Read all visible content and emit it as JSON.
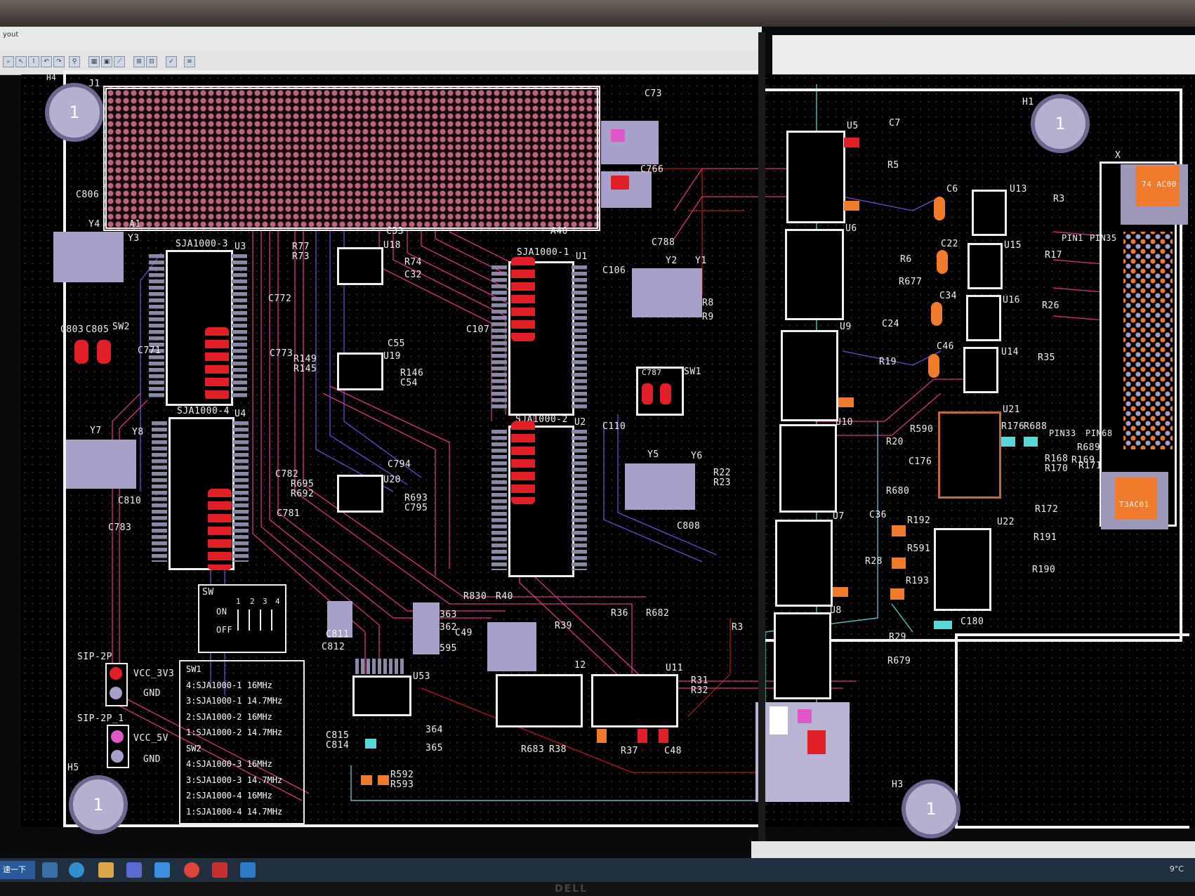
{
  "window": {
    "title": "yout"
  },
  "toolbar": {
    "icons": [
      "zoom-icon",
      "select-icon",
      "route-icon",
      "undo-icon",
      "redo-icon",
      "search-icon",
      "layer-icon",
      "layer2-icon",
      "measure-icon",
      "place-icon",
      "grid-icon",
      "drc-icon",
      "rule-icon"
    ]
  },
  "connector": {
    "ref": "J1",
    "pin_a1": "A1",
    "pin_a40": "A40"
  },
  "mount_holes": [
    {
      "label": "1",
      "ref": "H4"
    },
    {
      "label": "1",
      "ref": "H1"
    },
    {
      "label": "1",
      "ref": "H5"
    },
    {
      "label": "1",
      "ref": "H3"
    }
  ],
  "components": {
    "sja_u3": "SJA1000-3",
    "u3": "U3",
    "sja_u4": "SJA1000-4",
    "u4": "U4",
    "sja_u1": "SJA1000-1",
    "u1": "U1",
    "sja_u2": "SJA1000-2",
    "u2": "U2",
    "c806": "C806",
    "y4": "Y4",
    "y3": "Y3",
    "sw2": "SW2",
    "c803": "C803",
    "c805": "C805",
    "c771": "C771",
    "c772": "C772",
    "c773": "C773",
    "y7": "Y7",
    "y8": "Y8",
    "c810": "C810",
    "c783": "C783",
    "c781": "C781",
    "c782": "C782",
    "r77": "R77",
    "r73": "R73",
    "c33": "C33",
    "u18": "U18",
    "r74": "R74",
    "c32": "C32",
    "c55": "C55",
    "u19": "U19",
    "r146": "R146",
    "c54": "C54",
    "r149": "R149",
    "r145": "R145",
    "c794": "C794",
    "u20": "U20",
    "r693": "R693",
    "c795": "C795",
    "r695": "R695",
    "r692": "R692",
    "c73": "C73",
    "c766": "C766",
    "c788": "C788",
    "c106": "C106",
    "y2": "Y2",
    "y1": "Y1",
    "r8": "R8",
    "r9": "R9",
    "c107": "C107",
    "sw1": "SW1",
    "c787": "C787",
    "c110": "C110",
    "y5": "Y5",
    "y6": "Y6",
    "c808": "C808",
    "r22": "R22",
    "r23": "R23",
    "u5": "U5",
    "c7": "C7",
    "r5": "R5",
    "u6": "U6",
    "r6": "R6",
    "r677": "R677",
    "u9": "U9",
    "c24": "C24",
    "r19": "R19",
    "u10": "U10",
    "u7": "U7",
    "c36": "C36",
    "r28": "R28",
    "u8": "U8",
    "r29": "R29",
    "r679": "R679",
    "c6": "C6",
    "u13": "U13",
    "r3": "R3",
    "c22": "C22",
    "u15": "U15",
    "r17": "R17",
    "c34": "C34",
    "u16": "U16",
    "r26": "R26",
    "c46": "C46",
    "u14": "U14",
    "r35": "R35",
    "u21": "U21",
    "r590": "R590",
    "r176": "R176",
    "r688": "R688",
    "r20": "R20",
    "c176": "C176",
    "r680": "R680",
    "r168": "R168",
    "r170": "R170",
    "r169": "R169",
    "r689": "R689",
    "r171": "R171",
    "r172": "R172",
    "u22": "U22",
    "r192": "R192",
    "r591": "R591",
    "r191": "R191",
    "r190": "R190",
    "r193": "R193",
    "c180": "C180",
    "pin1": "PIN1",
    "pin35": "PIN35",
    "pin33": "PIN33",
    "pin68": "PIN68",
    "u53": "U53",
    "c811": "C811",
    "c812": "C812",
    "r830": "R830",
    "r40": "R40",
    "r39": "R39",
    "c49": "C49",
    "r36": "R36",
    "r682": "R682",
    "r3b": "R3",
    "r31": "R31",
    "r32": "R32",
    "c815": "C815",
    "c814": "C814",
    "r592": "R592",
    "r593": "R593",
    "r683": "R683",
    "r38": "R38",
    "r37": "R37",
    "c48": "C48",
    "u11": "U11",
    "u12": "12",
    "r363": "363",
    "r362": "362",
    "r595": "595",
    "r364": "364",
    "r365": "365",
    "mark_x": "X",
    "chip_top": "74 AC00",
    "chip_bot": "T3AC01"
  },
  "dip_switch": {
    "ref": "SW",
    "on": "ON",
    "off": "OFF",
    "positions": [
      "1",
      "2",
      "3",
      "4"
    ]
  },
  "power": [
    {
      "ref": "SIP-2P",
      "net1": "VCC_3V3",
      "net2": "GND"
    },
    {
      "ref": "SIP-2P_1",
      "net1": "VCC_5V",
      "net2": "GND"
    }
  ],
  "legend": {
    "lines": [
      "SW1",
      "4:SJA1000-1  16MHz",
      "3:SJA1000-1  14.7MHz",
      "2:SJA1000-2  16MHz",
      "1:SJA1000-2  14.7MHz",
      "SW2",
      "4:SJA1000-3  16MHz",
      "3:SJA1000-3  14.7MHz",
      "2:SJA1000-4  16MHz",
      "1:SJA1000-4  14.7MHz"
    ]
  },
  "taskbar": {
    "start_label": "速一下",
    "temperature": "9°C"
  },
  "monitor": {
    "brand": "DELL"
  },
  "colors": {
    "background": "#000000",
    "silkscreen": "#f0f0f0",
    "top_pad": "#e21f26",
    "bottom_pad": "#e058c8",
    "trace_top": "#ff3aa0",
    "trace_bottom": "#8a5cff",
    "trace_cyan": "#5ad8d8"
  }
}
